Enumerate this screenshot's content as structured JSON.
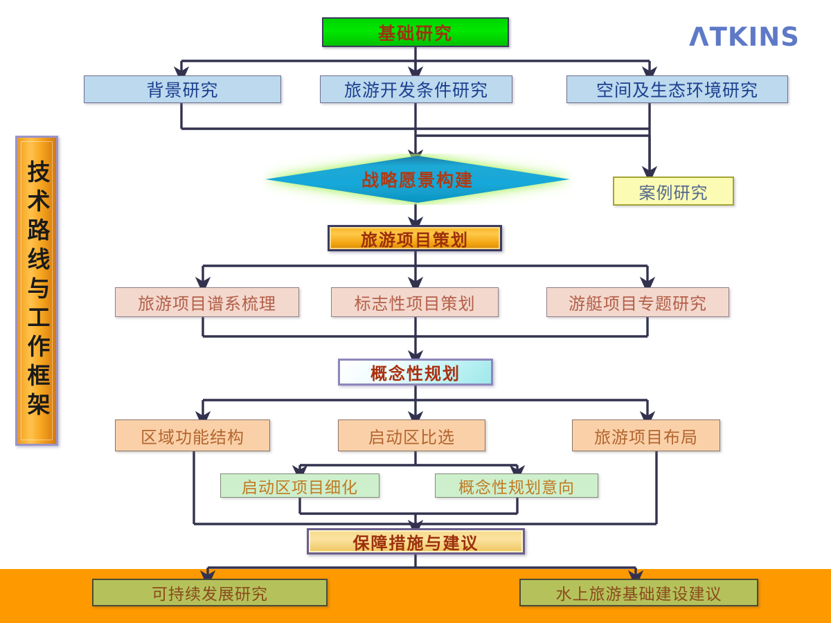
{
  "slide": {
    "title_vertical": "技术路线与工作框架",
    "brand": "ΛTKINS",
    "background_color": "#ffffff",
    "band_color": "#fe9900"
  },
  "palette": {
    "connector": "#32324f",
    "root_green": "#00d200",
    "blue_fill": "#bcd9ee",
    "diamond_fill": "#12a5d4",
    "diamond_glow": "#aef56a",
    "gold_fill": "#f5b323",
    "pink_fill": "#f3d8ce",
    "cyan_fill": "#b8f0f2",
    "peach_fill": "#fad0a8",
    "light_green_fill": "#ceefcc",
    "tan_fill": "#f6d98b",
    "pale_yellow_fill": "#fbfbb4",
    "olive_fill": "#b5c25b",
    "brand_blue": "#5e79c6"
  },
  "nodes": {
    "root": "基础研究",
    "level1": [
      "背景研究",
      "旅游开发条件研究",
      "空间及生态环境研究"
    ],
    "diamond": "战略愿景构建",
    "case_study": "案例研究",
    "project_planning": "旅游项目策划",
    "level3": [
      "旅游项目谱系梳理",
      "标志性项目策划",
      "游艇项目专题研究"
    ],
    "conceptual_plan": "概念性规划",
    "level5": [
      "区域功能结构",
      "启动区比选",
      "旅游项目布局"
    ],
    "level6": [
      "启动区项目细化",
      "概念性规划意向"
    ],
    "measures": "保障措施与建议",
    "level8": [
      "可持续发展研究",
      "水上旅游基础建设建议"
    ]
  },
  "flow": {
    "type": "flowchart",
    "direction": "top-to-bottom",
    "edges": [
      {
        "from": "基础研究",
        "to": "背景研究"
      },
      {
        "from": "基础研究",
        "to": "旅游开发条件研究"
      },
      {
        "from": "基础研究",
        "to": "空间及生态环境研究"
      },
      {
        "from": "背景研究",
        "to": "战略愿景构建"
      },
      {
        "from": "旅游开发条件研究",
        "to": "战略愿景构建"
      },
      {
        "from": "空间及生态环境研究",
        "to": "战略愿景构建"
      },
      {
        "from": "空间及生态环境研究",
        "to": "案例研究"
      },
      {
        "from": "战略愿景构建",
        "to": "旅游项目策划"
      },
      {
        "from": "旅游项目策划",
        "to": "旅游项目谱系梳理"
      },
      {
        "from": "旅游项目策划",
        "to": "标志性项目策划"
      },
      {
        "from": "旅游项目策划",
        "to": "游艇项目专题研究"
      },
      {
        "from": "旅游项目谱系梳理",
        "to": "概念性规划"
      },
      {
        "from": "标志性项目策划",
        "to": "概念性规划"
      },
      {
        "from": "游艇项目专题研究",
        "to": "概念性规划"
      },
      {
        "from": "概念性规划",
        "to": "区域功能结构"
      },
      {
        "from": "概念性规划",
        "to": "启动区比选"
      },
      {
        "from": "概念性规划",
        "to": "旅游项目布局"
      },
      {
        "from": "启动区比选",
        "to": "启动区项目细化"
      },
      {
        "from": "启动区比选",
        "to": "概念性规划意向"
      },
      {
        "from": "启动区项目细化",
        "to": "保障措施与建议"
      },
      {
        "from": "概念性规划意向",
        "to": "保障措施与建议"
      },
      {
        "from": "区域功能结构",
        "to": "保障措施与建议"
      },
      {
        "from": "旅游项目布局",
        "to": "保障措施与建议"
      },
      {
        "from": "保障措施与建议",
        "to": "可持续发展研究"
      },
      {
        "from": "保障措施与建议",
        "to": "水上旅游基础建设建议"
      }
    ]
  }
}
